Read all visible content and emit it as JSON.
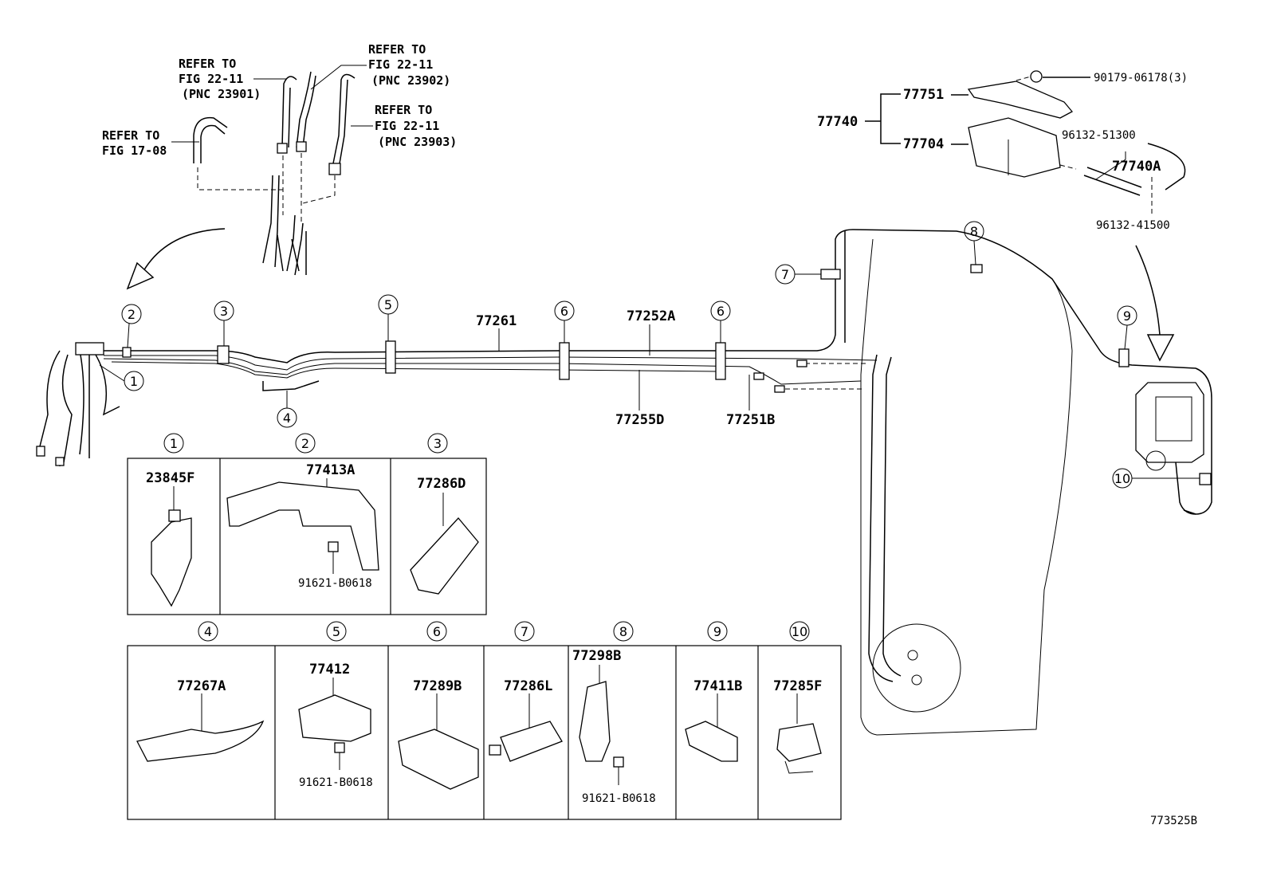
{
  "refer_labels": [
    {
      "line1": "REFER TO",
      "line2": "FIG 22-11",
      "line3": "(PNC 23901)"
    },
    {
      "line1": "REFER TO",
      "line2": "FIG 22-11",
      "line3": "(PNC 23902)"
    },
    {
      "line1": "REFER TO",
      "line2": "FIG 22-11",
      "line3": "(PNC 23903)"
    },
    {
      "line1": "REFER TO",
      "line2": "FIG 17-08"
    }
  ],
  "canister": {
    "assembly": "77740",
    "bracket": "77751",
    "canister": "77704",
    "nut": "90179-06178(3)",
    "clamp_upper": "96132-51300",
    "hose": "77740A",
    "clamp_lower": "96132-41500"
  },
  "tube_labels": {
    "t1": "77261",
    "t2": "77252A",
    "t3": "77255D",
    "t4": "77251B"
  },
  "callouts": [
    "1",
    "2",
    "3",
    "4",
    "5",
    "6",
    "7",
    "8",
    "9",
    "10"
  ],
  "details": [
    {
      "num": "1",
      "part": "23845F"
    },
    {
      "num": "2",
      "part": "77413A",
      "bolt": "91621-B0618"
    },
    {
      "num": "3",
      "part": "77286D"
    },
    {
      "num": "4",
      "part": "77267A"
    },
    {
      "num": "5",
      "part": "77412",
      "bolt": "91621-B0618"
    },
    {
      "num": "6",
      "part": "77289B"
    },
    {
      "num": "7",
      "part": "77286L"
    },
    {
      "num": "8",
      "part": "77298B",
      "bolt": "91621-B0618"
    },
    {
      "num": "9",
      "part": "77411B"
    },
    {
      "num": "10",
      "part": "77285F"
    }
  ],
  "figure_id": "773525B"
}
